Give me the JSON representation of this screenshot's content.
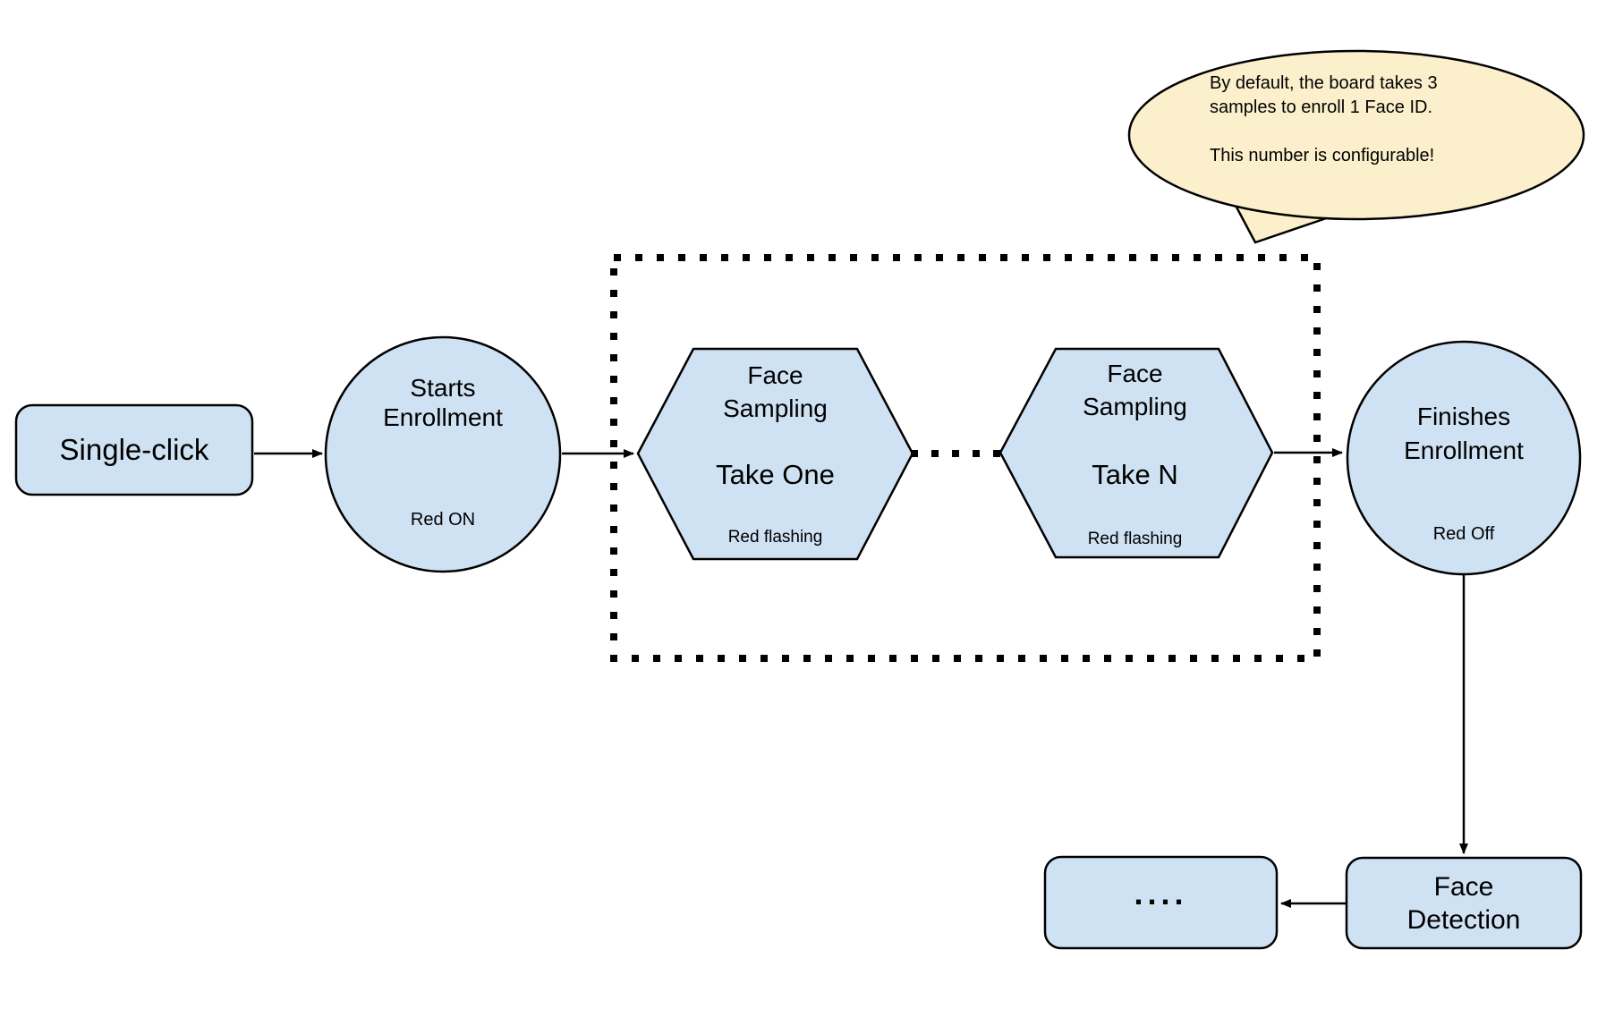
{
  "colors": {
    "node_fill": "#cfe2f3",
    "node_border": "#000000",
    "callout_fill": "#fcf0cc",
    "background": "#ffffff"
  },
  "nodes": {
    "single_click": {
      "label": "Single-click"
    },
    "starts_enrollment": {
      "label": "Starts\nEnrollment",
      "sublabel": "Red ON"
    },
    "face_sampling_one": {
      "label": "Face\nSampling",
      "take": "Take One",
      "sublabel": "Red flashing"
    },
    "face_sampling_n": {
      "label": "Face\nSampling",
      "take": "Take N",
      "sublabel": "Red flashing"
    },
    "finishes_enrollment": {
      "label": "Finishes\nEnrollment",
      "sublabel": "Red Off"
    },
    "face_detection": {
      "label": "Face\nDetection"
    },
    "continuation": {
      "label": "...."
    }
  },
  "callout": {
    "text": "By default, the board takes 3\nsamples to enroll 1 Face ID.\n\nThis number is configurable!"
  }
}
